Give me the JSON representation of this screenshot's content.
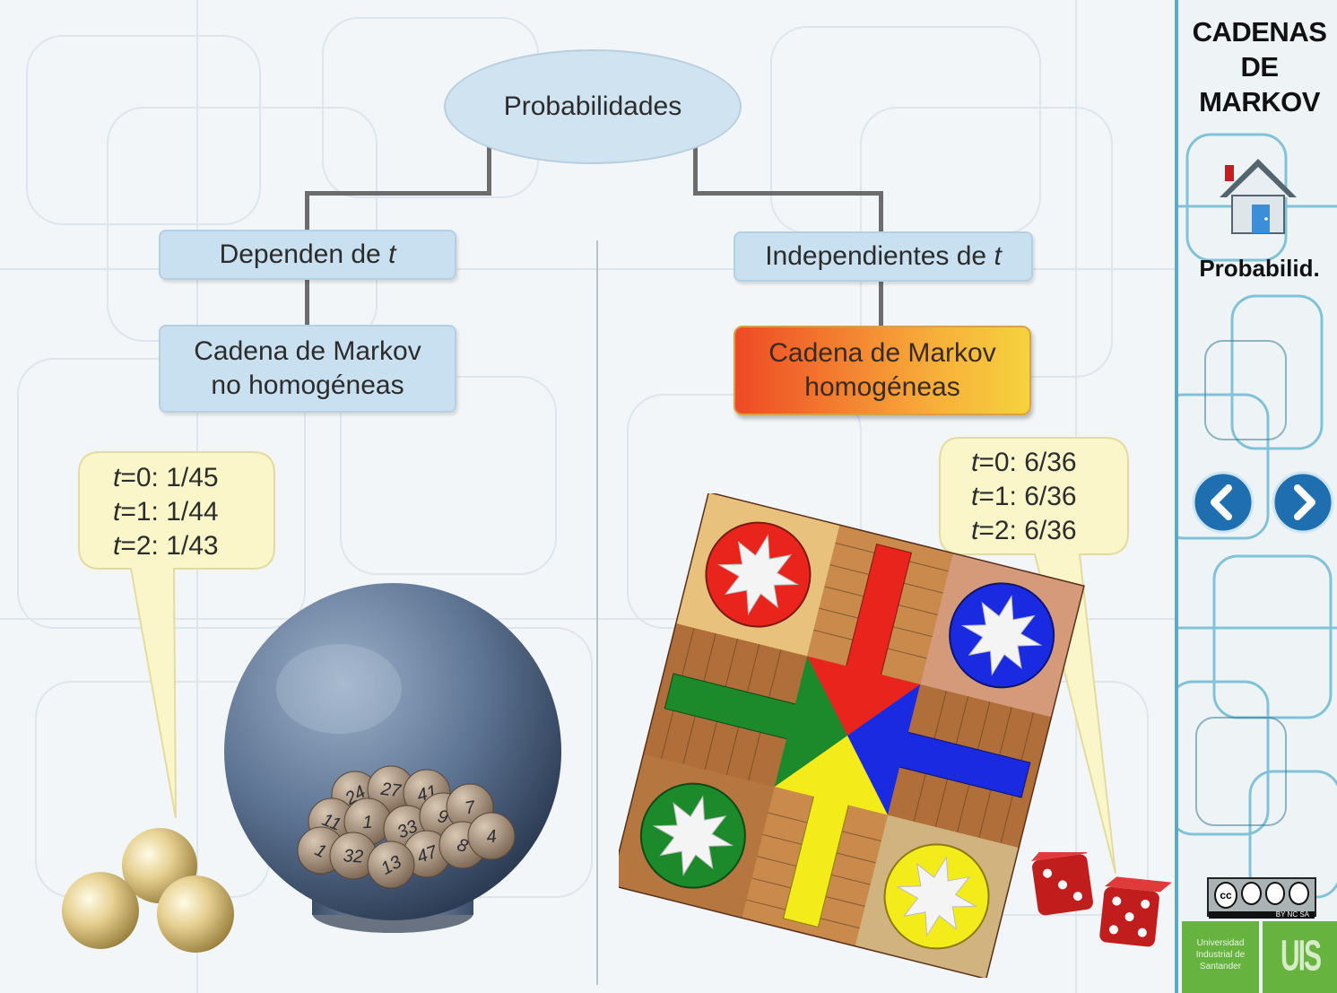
{
  "diagram": {
    "root": "Probabilidades",
    "left_branch": {
      "label_prefix": "Dependen de ",
      "label_var": "t",
      "child": [
        "Cadena de Markov",
        "no homogéneas"
      ]
    },
    "right_branch": {
      "label_prefix": "Independientes de ",
      "label_var": "t",
      "child": [
        "Cadena de Markov",
        "homogéneas"
      ]
    }
  },
  "left_bubble": {
    "lines": [
      {
        "var": "t",
        "text": "=0:  1/45"
      },
      {
        "var": "t",
        "text": "=1:  1/44"
      },
      {
        "var": "t",
        "text": "=2:  1/43"
      }
    ]
  },
  "right_bubble": {
    "lines": [
      {
        "var": "t",
        "text": "=0:  6/36"
      },
      {
        "var": "t",
        "text": "=1:  6/36"
      },
      {
        "var": "t",
        "text": "=2:  6/36"
      }
    ]
  },
  "lottery_balls": [
    "24",
    "27",
    "41",
    "11",
    "1",
    "33",
    "9",
    "7",
    "1",
    "32",
    "47",
    "8",
    "4",
    "13"
  ],
  "sidebar": {
    "title_lines": [
      "CADENAS",
      "DE",
      "MARKOV"
    ],
    "home_label": "Probabilid.",
    "license_text": "BY  NC  SA",
    "uis_text": [
      "Universidad",
      "Industrial de",
      "Santander"
    ],
    "uis_logo": "UIS"
  },
  "colors": {
    "accent": "#5aa9c8",
    "box": "#c9e0f1",
    "hot_start": "#ee4a25",
    "hot_end": "#f6d23e",
    "uis_green": "#67b33f"
  }
}
